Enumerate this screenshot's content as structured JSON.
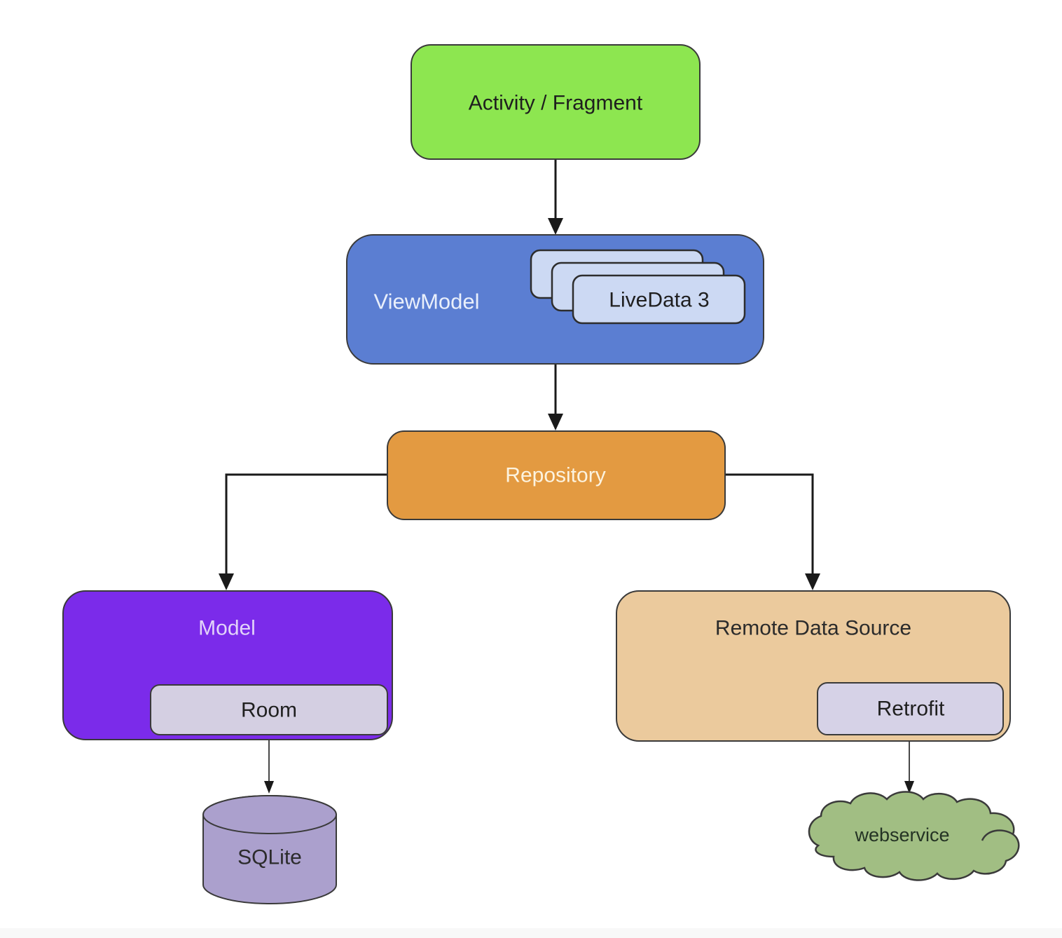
{
  "canvas": {
    "background": "#ffffff",
    "border_color": "#3a3a3a",
    "arrow_color": "#1a1a1a",
    "footer_strip_color": "#f8f8f8"
  },
  "nodes": {
    "activity": {
      "label": "Activity / Fragment",
      "fill": "#8DE650",
      "text_color": "#1e1e1e"
    },
    "viewmodel": {
      "label": "ViewModel",
      "fill": "#5B7ED2",
      "text_color": "#E9EFFB"
    },
    "livedata": {
      "label": "LiveData 3",
      "fill": "#CCD9F3",
      "text_color": "#1f1f1f",
      "stack_count": 3
    },
    "repository": {
      "label": "Repository",
      "fill": "#E39A41",
      "text_color": "#FCF3DF"
    },
    "model": {
      "label": "Model",
      "fill": "#7B2BEA",
      "text_color": "#E2D3F9"
    },
    "room": {
      "label": "Room",
      "fill": "#D4CFE2",
      "text_color": "#1f1f1f"
    },
    "sqlite": {
      "label": "SQLite",
      "fill": "#ABA0CD",
      "text_color": "#2b2b2b"
    },
    "remote_data_source": {
      "label": "Remote Data Source",
      "fill": "#EBCA9D",
      "text_color": "#2b2b2b"
    },
    "retrofit": {
      "label": "Retrofit",
      "fill": "#D6D2E7",
      "text_color": "#1f1f1f"
    },
    "webservice": {
      "label": "webservice",
      "fill": "#A1BE83",
      "text_color": "#243324"
    }
  },
  "edges": [
    {
      "from": "Activity / Fragment",
      "to": "ViewModel"
    },
    {
      "from": "ViewModel",
      "to": "Repository"
    },
    {
      "from": "Repository",
      "to": "Model"
    },
    {
      "from": "Repository",
      "to": "Remote Data Source"
    },
    {
      "from": "Room",
      "to": "SQLite"
    },
    {
      "from": "Retrofit",
      "to": "webservice"
    }
  ]
}
